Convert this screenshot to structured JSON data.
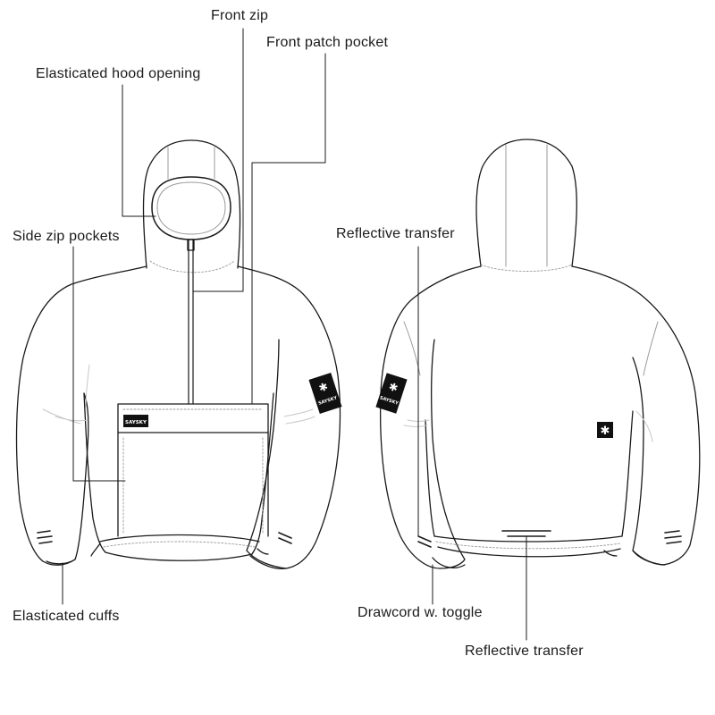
{
  "labels": {
    "front_zip": "Front zip",
    "front_patch_pocket": "Front patch pocket",
    "hood_opening": "Elasticated hood opening",
    "side_zip_pockets": "Side zip pockets",
    "elasticated_cuffs": "Elasticated cuffs",
    "reflective_transfer_top": "Reflective transfer",
    "drawcord_toggle": "Drawcord w. toggle",
    "reflective_transfer_bottom": "Reflective transfer"
  },
  "brand": {
    "logo_text": "SAYSKY"
  },
  "colors": {
    "line": "#1a1a1a",
    "stitch": "#9a9a9a",
    "ghost": "#c8c8c8",
    "patch": "#111111"
  }
}
